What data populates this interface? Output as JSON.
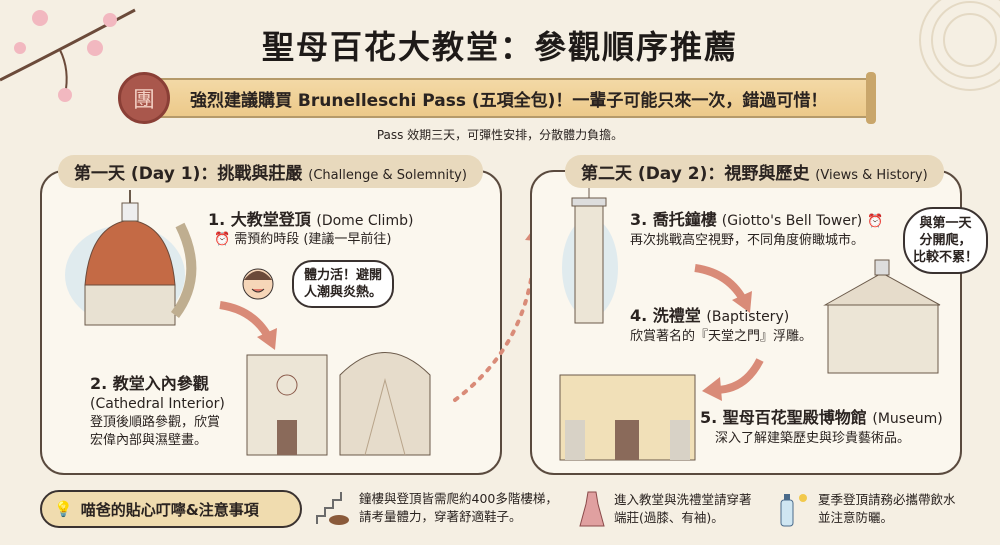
{
  "title": "聖母百花大教堂：參觀順序推薦",
  "banner": {
    "text": "強烈建議購買 Brunelleschi Pass (五項全包)！一輩子可能只來一次，錯過可惜！",
    "seal_glyph": "團"
  },
  "subtitle": "Pass 效期三天，可彈性安排，分散體力負擔。",
  "day1": {
    "header": "第一天 (Day 1)：挑戰與莊嚴",
    "header_en": "(Challenge & Solemnity)",
    "stops": [
      {
        "title": "1. 大教堂登頂",
        "title_en": "(Dome Climb)",
        "note": "需預約時段 (建議一早前往)"
      },
      {
        "title": "2. 教堂入內參觀",
        "title_en": "(Cathedral Interior)",
        "desc": [
          "登頂後順路參觀，欣賞",
          "宏偉內部與濕壁畫。"
        ]
      }
    ],
    "bubble": [
      "體力活！避開",
      "人潮與炎熱。"
    ]
  },
  "day2": {
    "header": "第二天 (Day 2)：視野與歷史",
    "header_en": "(Views & History)",
    "stops": [
      {
        "title": "3. 喬托鐘樓",
        "title_en": "(Giotto's Bell Tower)",
        "desc": "再次挑戰高空視野，不同角度俯瞰城市。"
      },
      {
        "title": "4. 洗禮堂",
        "title_en": "(Baptistery)",
        "desc": "欣賞著名的『天堂之門』浮雕。"
      },
      {
        "title": "5. 聖母百花聖殿博物館",
        "title_en": "(Museum)",
        "desc": "深入了解建築歷史與珍貴藝術品。"
      }
    ],
    "bubble": [
      "與第一天",
      "分開爬，",
      "比較不累！"
    ]
  },
  "tips": {
    "label": "喵爸的貼心叮嚀&注意事項",
    "items": [
      {
        "icon": "stairs-shoe-icon",
        "lines": [
          "鐘樓與登頂皆需爬約400多階樓梯，",
          "請考量體力，穿著舒適鞋子。"
        ]
      },
      {
        "icon": "dress-icon",
        "lines": [
          "進入教堂與洗禮堂請穿著",
          "端莊(過膝、有袖)。"
        ]
      },
      {
        "icon": "water-bottle-sun-icon",
        "lines": [
          "夏季登頂請務必攜帶飲水",
          "並注意防曬。"
        ]
      }
    ]
  },
  "colors": {
    "background": "#f5efe3",
    "banner": "#ecc98a",
    "seal": "#a9574c",
    "arrow": "#d98b78",
    "pill": "#e8d9bd"
  }
}
